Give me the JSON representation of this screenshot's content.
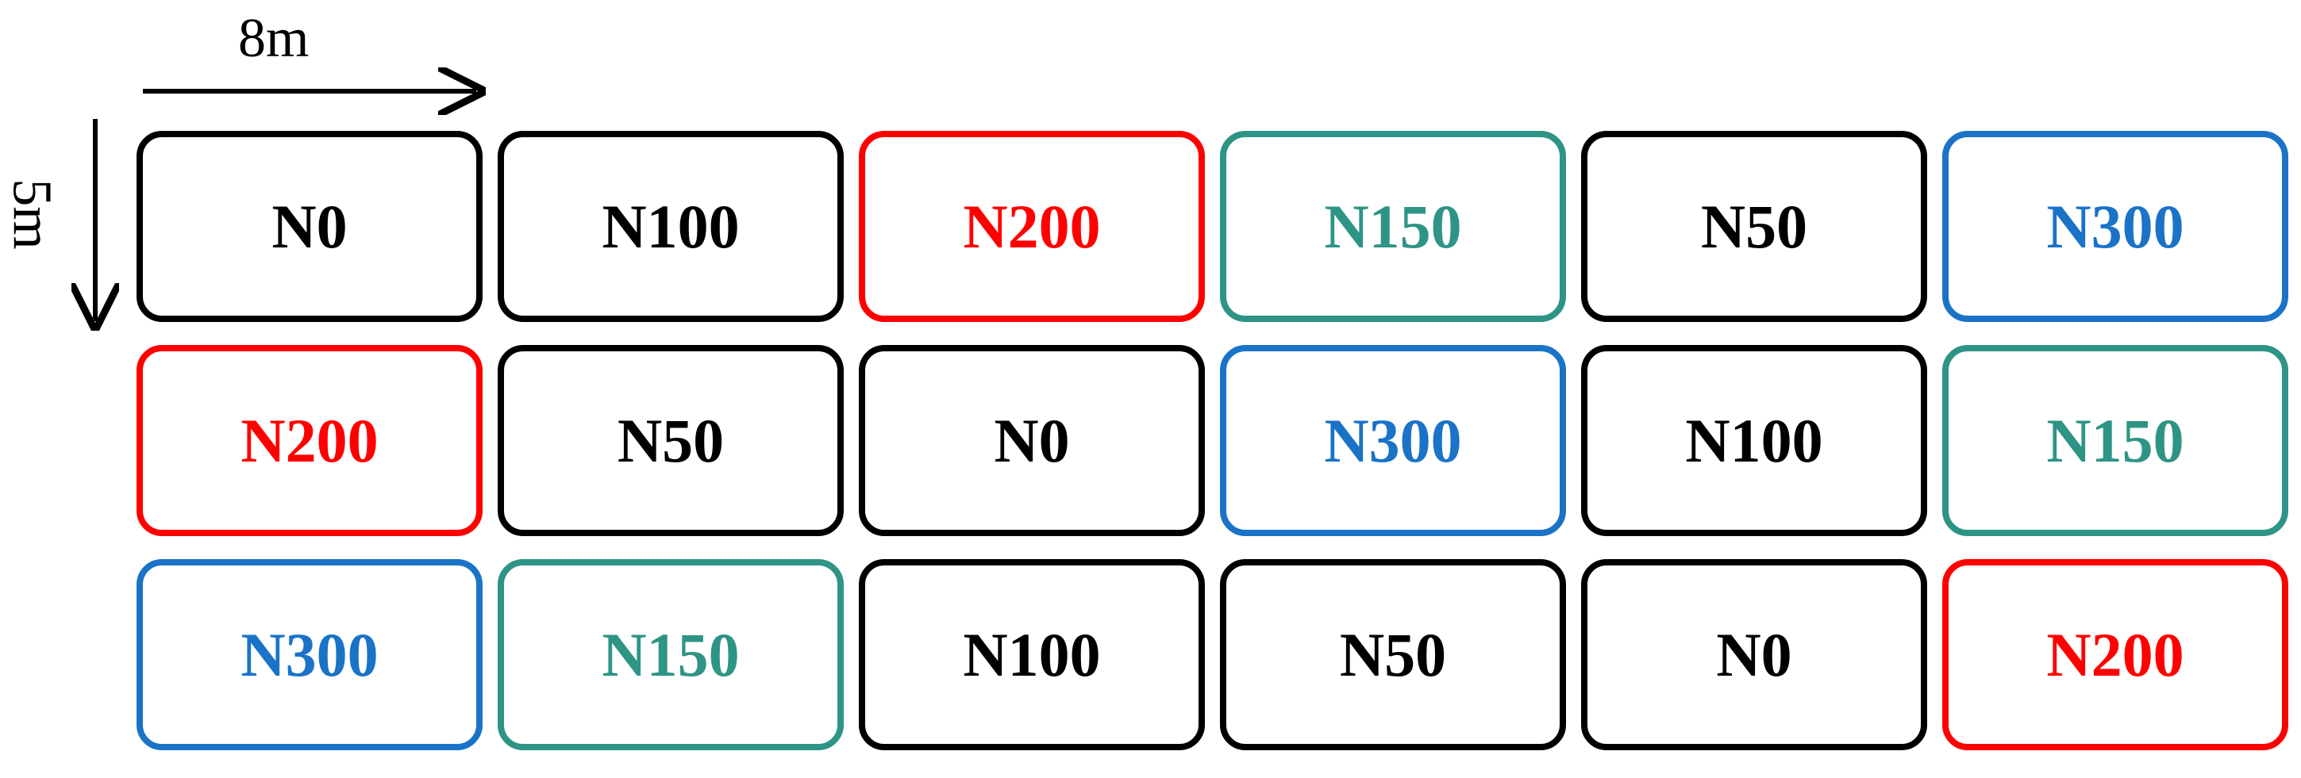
{
  "dimensions": {
    "width_label": "8m",
    "height_label": "5m"
  },
  "colors": {
    "N0": "#000000",
    "N50": "#000000",
    "N100": "#000000",
    "N150": "#2e9486",
    "N200": "#ff0000",
    "N300": "#1a73c7"
  },
  "plots": [
    [
      "N0",
      "N100",
      "N200",
      "N150",
      "N50",
      "N300"
    ],
    [
      "N200",
      "N50",
      "N0",
      "N300",
      "N100",
      "N150"
    ],
    [
      "N300",
      "N150",
      "N100",
      "N50",
      "N0",
      "N200"
    ]
  ]
}
